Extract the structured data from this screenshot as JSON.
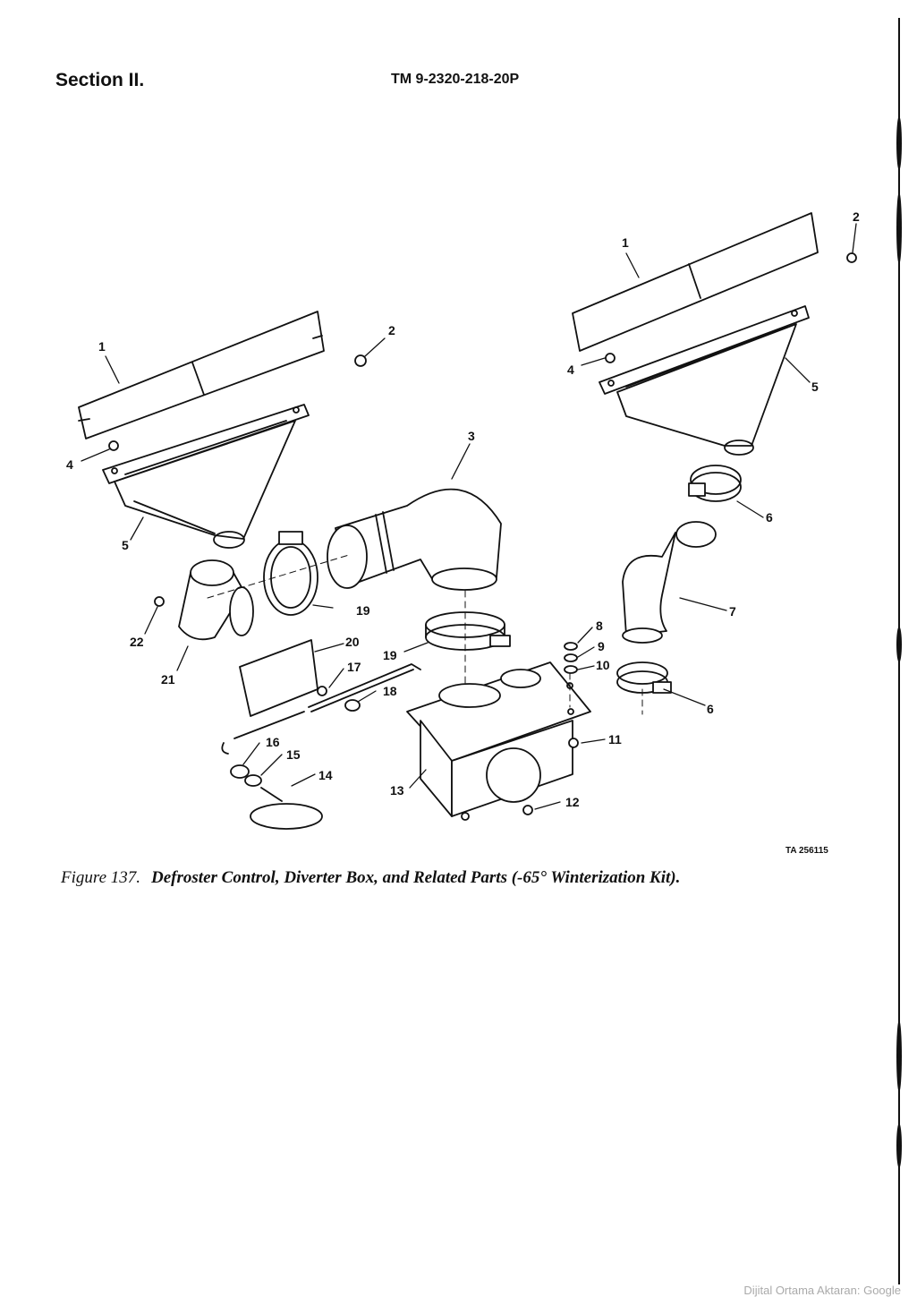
{
  "header": {
    "section": "Section II.",
    "tm_number": "TM 9-2320-218-20P"
  },
  "figure": {
    "ta_number": "TA 256115",
    "caption_number": "Figure 137.",
    "caption_text": "Defroster Control, Diverter Box, and Related Parts (-65° Winterization Kit).",
    "callouts": {
      "c1a": "1",
      "c2a": "2",
      "c3": "3",
      "c4a": "4",
      "c5a": "5",
      "c19a": "19",
      "c19b": "19",
      "c20": "20",
      "c21": "21",
      "c22": "22",
      "c17": "17",
      "c18": "18",
      "c16": "16",
      "c15": "15",
      "c14": "14",
      "c13": "13",
      "c12": "12",
      "c11": "11",
      "c10": "10",
      "c9": "9",
      "c8": "8",
      "c1b": "1",
      "c2b": "2",
      "c4b": "4",
      "c5b": "5",
      "c6a": "6",
      "c6b": "6",
      "c7": "7"
    }
  },
  "footer": {
    "credit": "Dijital Ortama Aktaran: Google"
  }
}
